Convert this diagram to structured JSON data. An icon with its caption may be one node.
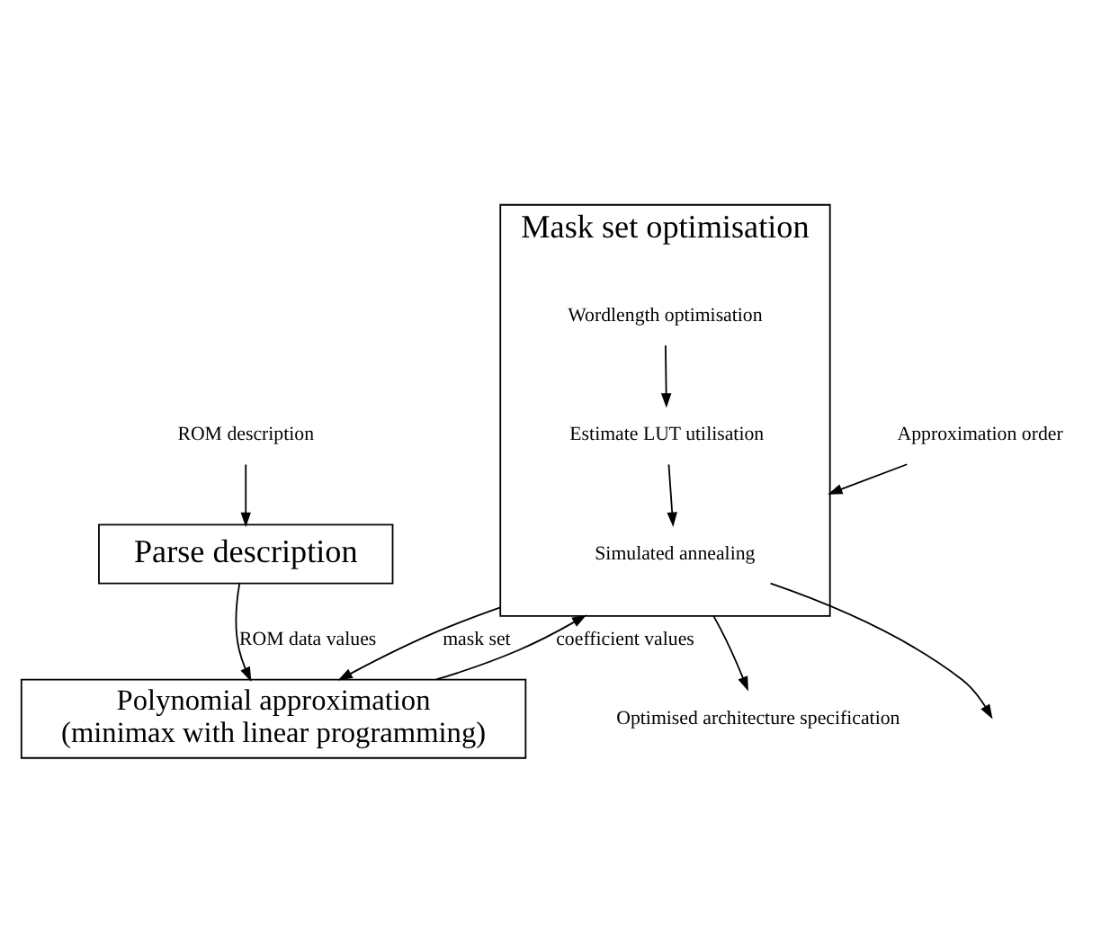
{
  "diagram": {
    "nodes": [
      {
        "text": [
          "ROM description"
        ]
      },
      {
        "text": [
          "Approximation order"
        ]
      },
      {
        "text": [
          "Parse description"
        ]
      },
      {
        "text": [
          "Mask set optimisation"
        ]
      },
      {
        "text": [
          "Simulated annealing"
        ],
        "in": 3
      },
      {
        "text": [
          "Estimate LUT utilisation"
        ],
        "in": 3
      },
      {
        "text": [
          "Wordlength optimisation"
        ],
        "in": 3
      },
      {
        "text": [
          "Polynomial approximation",
          "(minimax with linear programming)"
        ]
      },
      {
        "text": [
          "Optimised architecture specification"
        ]
      }
    ],
    "edges": [
      {
        "from": 0,
        "to": 2,
        "arrow": "to"
      },
      {
        "from": 1,
        "to": 3,
        "arrow": "to"
      },
      {
        "from": 2,
        "to": 7,
        "arrow": "to",
        "label": "ROM data values"
      },
      {
        "from": 3,
        "to": 7,
        "arrow": "to",
        "label": "mask set"
      },
      {
        "from": 7,
        "to": 3,
        "arrow": "to",
        "label": "coefficient values"
      },
      {
        "from": 3,
        "to": 8,
        "arrow": "to"
      },
      {
        "from": 6,
        "to": 5,
        "arrow": "to"
      },
      {
        "from": 5,
        "to": 4,
        "arrow": "to"
      },
      {
        "from": 4,
        "to": null,
        "arrow": "to"
      }
    ]
  }
}
